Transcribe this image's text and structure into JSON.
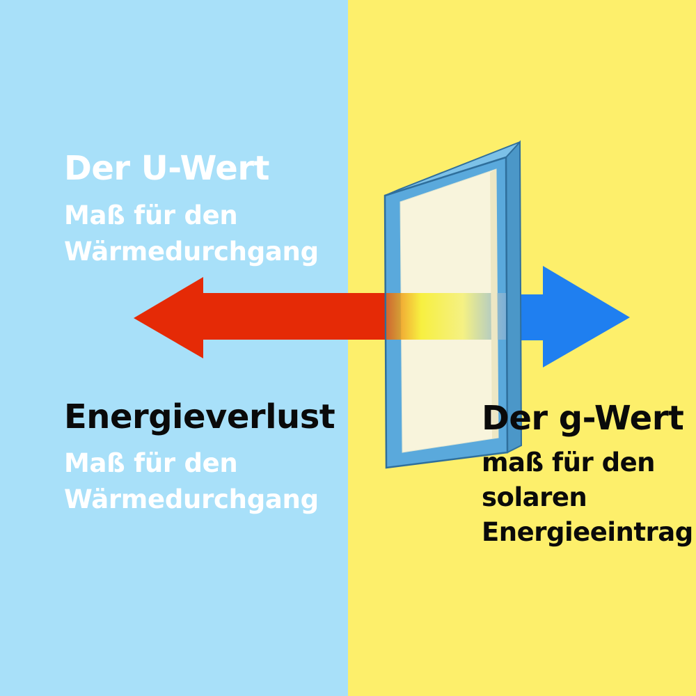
{
  "colors": {
    "left_background": "#a8e0f9",
    "right_background": "#fdef6b",
    "heat_arrow": "#e52a06",
    "solar_arrow": "#1f7ff0",
    "glass_frame": "#5aa9dc",
    "glass_pane": "#f8f4dc"
  },
  "u_value": {
    "title": "Der U-Wert",
    "subtitle_line1": "Maß für den",
    "subtitle_line2": "Wärmedurchgang"
  },
  "energy_loss": {
    "title": "Energieverlust",
    "subtitle_line1": "Maß für den",
    "subtitle_line2": "Wärmedurchgang"
  },
  "g_value": {
    "title": "Der g-Wert",
    "line1": "maß für den",
    "line2": "solaren",
    "line3": "Energieeintrag"
  },
  "icons": [
    "heat-loss-arrow",
    "solar-gain-arrow",
    "window-glass-pane"
  ]
}
